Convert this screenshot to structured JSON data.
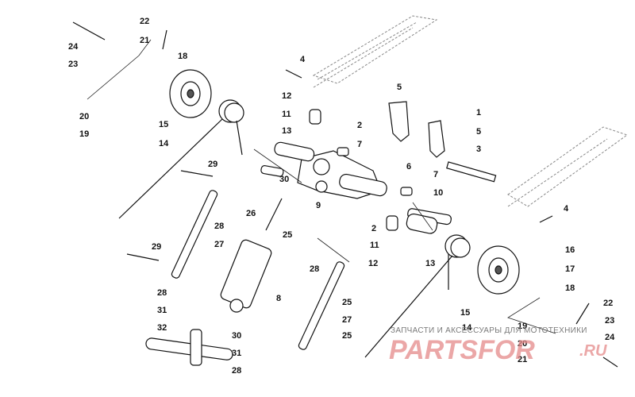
{
  "watermark": {
    "subtitle": "ЗАПЧАСТИ И АКСЕССУАРЫ ДЛЯ МОТОТЕХНИКИ",
    "brand": "PARTSFOR",
    "tld": ".RU"
  },
  "callouts": [
    {
      "id": "c22a",
      "label": "22"
    },
    {
      "id": "c24a",
      "label": "24"
    },
    {
      "id": "c21a",
      "label": "21"
    },
    {
      "id": "c23a",
      "label": "23"
    },
    {
      "id": "c18a",
      "label": "18"
    },
    {
      "id": "c20a",
      "label": "20"
    },
    {
      "id": "c19a",
      "label": "19"
    },
    {
      "id": "c15a",
      "label": "15"
    },
    {
      "id": "c14a",
      "label": "14"
    },
    {
      "id": "c4a",
      "label": "4"
    },
    {
      "id": "c5a",
      "label": "5"
    },
    {
      "id": "c1",
      "label": "1"
    },
    {
      "id": "c5b",
      "label": "5"
    },
    {
      "id": "c12a",
      "label": "12"
    },
    {
      "id": "c11a",
      "label": "11"
    },
    {
      "id": "c2a",
      "label": "2"
    },
    {
      "id": "c13a",
      "label": "13"
    },
    {
      "id": "c3",
      "label": "3"
    },
    {
      "id": "c7a",
      "label": "7"
    },
    {
      "id": "c6",
      "label": "6"
    },
    {
      "id": "c7b",
      "label": "7"
    },
    {
      "id": "c29a",
      "label": "29"
    },
    {
      "id": "c30a",
      "label": "30"
    },
    {
      "id": "c10",
      "label": "10"
    },
    {
      "id": "c4b",
      "label": "4"
    },
    {
      "id": "c26",
      "label": "26"
    },
    {
      "id": "c9",
      "label": "9"
    },
    {
      "id": "c2b",
      "label": "2"
    },
    {
      "id": "c28a",
      "label": "28"
    },
    {
      "id": "c25a",
      "label": "25"
    },
    {
      "id": "c27a",
      "label": "27"
    },
    {
      "id": "c11b",
      "label": "11"
    },
    {
      "id": "c29b",
      "label": "29"
    },
    {
      "id": "c12b",
      "label": "12"
    },
    {
      "id": "c13b",
      "label": "13"
    },
    {
      "id": "c16",
      "label": "16"
    },
    {
      "id": "c28b",
      "label": "28"
    },
    {
      "id": "c17",
      "label": "17"
    },
    {
      "id": "c28c",
      "label": "28"
    },
    {
      "id": "c8",
      "label": "8"
    },
    {
      "id": "c31a",
      "label": "31"
    },
    {
      "id": "c25b",
      "label": "25"
    },
    {
      "id": "c18b",
      "label": "18"
    },
    {
      "id": "c15b",
      "label": "15"
    },
    {
      "id": "c22b",
      "label": "22"
    },
    {
      "id": "c32",
      "label": "32"
    },
    {
      "id": "c27b",
      "label": "27"
    },
    {
      "id": "c19b",
      "label": "19"
    },
    {
      "id": "c23b",
      "label": "23"
    },
    {
      "id": "c14b",
      "label": "14"
    },
    {
      "id": "c30b",
      "label": "30"
    },
    {
      "id": "c25c",
      "label": "25"
    },
    {
      "id": "c20b",
      "label": "20"
    },
    {
      "id": "c24b",
      "label": "24"
    },
    {
      "id": "c31b",
      "label": "31"
    },
    {
      "id": "c21b",
      "label": "21"
    },
    {
      "id": "c28d",
      "label": "28"
    }
  ],
  "colors": {
    "ink": "#111111",
    "watermark": "#e58a8a",
    "rail": "#888888"
  }
}
